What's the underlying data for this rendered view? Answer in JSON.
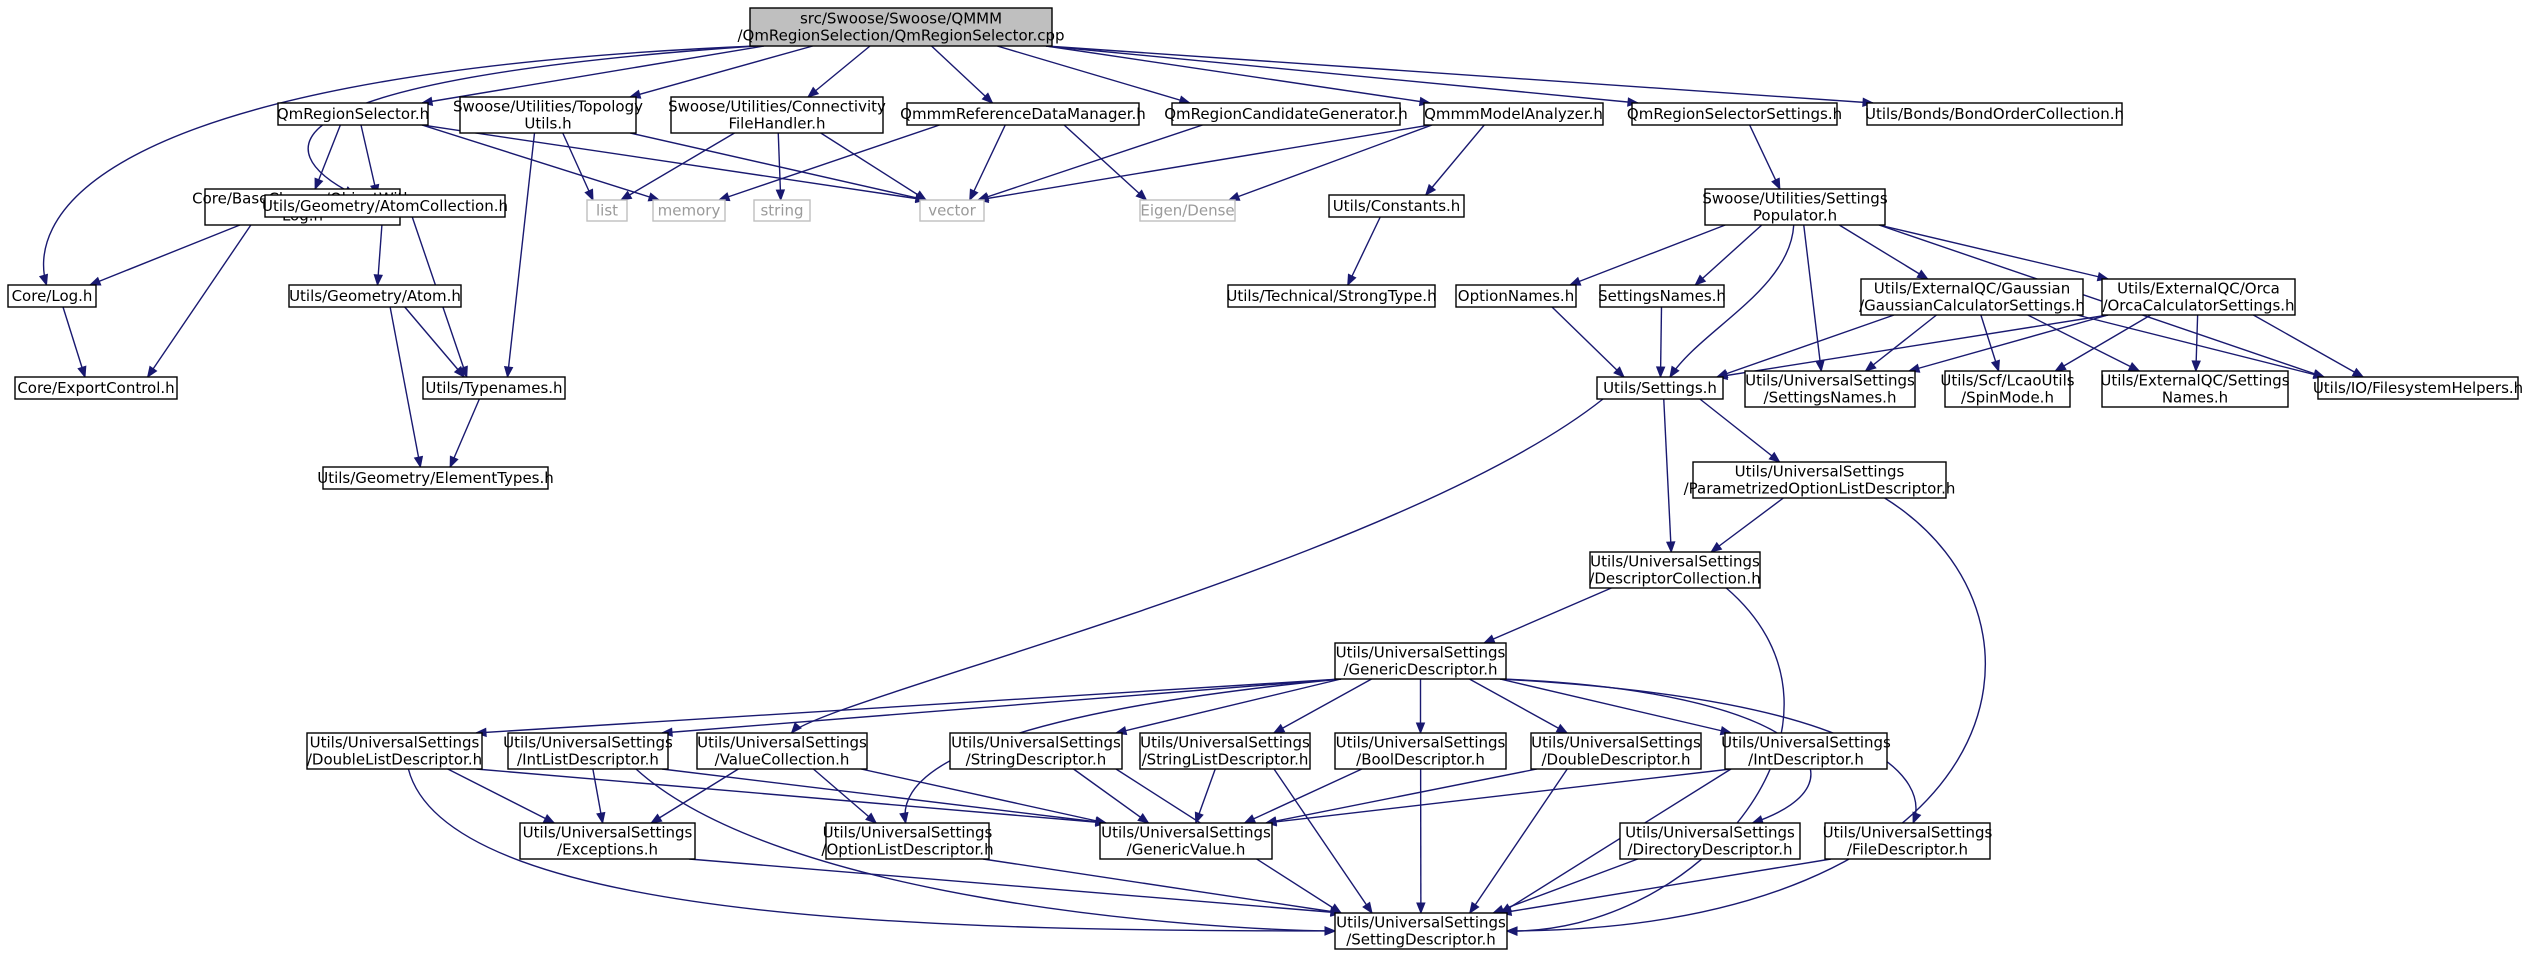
{
  "graph": {
    "title": "include dependency graph for QmRegionSelector.cpp",
    "colors": {
      "edge": "#191970",
      "root_fill": "#bfbfbf",
      "node_border": "#000000",
      "external_border": "#bfbfbf",
      "external_text": "#9a9a9a"
    },
    "nodes": [
      {
        "id": "root",
        "lines": [
          "src/Swoose/Swoose/QMMM",
          "/QmRegionSelection/QmRegionSelector.cpp"
        ],
        "style": "root"
      },
      {
        "id": "qrs",
        "lines": [
          "QmRegionSelector.h"
        ]
      },
      {
        "id": "topo",
        "lines": [
          "Swoose/Utilities/Topology",
          "Utils.h"
        ]
      },
      {
        "id": "conn",
        "lines": [
          "Swoose/Utilities/Connectivity",
          "FileHandler.h"
        ]
      },
      {
        "id": "qref",
        "lines": [
          "QmmmReferenceDataManager.h"
        ]
      },
      {
        "id": "qcand",
        "lines": [
          "QmRegionCandidateGenerator.h"
        ]
      },
      {
        "id": "qmodel",
        "lines": [
          "QmmmModelAnalyzer.h"
        ]
      },
      {
        "id": "qsett",
        "lines": [
          "QmRegionSelectorSettings.h"
        ]
      },
      {
        "id": "bond",
        "lines": [
          "Utils/Bonds/BondOrderCollection.h"
        ]
      },
      {
        "id": "objlog",
        "lines": [
          "Core/BaseClasses/ObjectWith",
          "Log.h"
        ]
      },
      {
        "id": "atomcoll",
        "lines": [
          "Utils/Geometry/AtomCollection.h"
        ]
      },
      {
        "id": "list",
        "lines": [
          "list"
        ],
        "style": "ext"
      },
      {
        "id": "memory",
        "lines": [
          "memory"
        ],
        "style": "ext"
      },
      {
        "id": "string",
        "lines": [
          "string"
        ],
        "style": "ext"
      },
      {
        "id": "vector",
        "lines": [
          "vector"
        ],
        "style": "ext"
      },
      {
        "id": "eigen",
        "lines": [
          "Eigen/Dense"
        ],
        "style": "ext"
      },
      {
        "id": "const",
        "lines": [
          "Utils/Constants.h"
        ]
      },
      {
        "id": "settpop",
        "lines": [
          "Swoose/Utilities/Settings",
          "Populator.h"
        ]
      },
      {
        "id": "log",
        "lines": [
          "Core/Log.h"
        ]
      },
      {
        "id": "atom",
        "lines": [
          "Utils/Geometry/Atom.h"
        ]
      },
      {
        "id": "strong",
        "lines": [
          "Utils/Technical/StrongType.h"
        ]
      },
      {
        "id": "optn",
        "lines": [
          "OptionNames.h"
        ]
      },
      {
        "id": "setn",
        "lines": [
          "SettingsNames.h"
        ]
      },
      {
        "id": "gauss",
        "lines": [
          "Utils/ExternalQC/Gaussian",
          "/GaussianCalculatorSettings.h"
        ]
      },
      {
        "id": "orca",
        "lines": [
          "Utils/ExternalQC/Orca",
          "/OrcaCalculatorSettings.h"
        ]
      },
      {
        "id": "export",
        "lines": [
          "Core/ExportControl.h"
        ]
      },
      {
        "id": "typen",
        "lines": [
          "Utils/Typenames.h"
        ]
      },
      {
        "id": "usett",
        "lines": [
          "Utils/Settings.h"
        ]
      },
      {
        "id": "usnames",
        "lines": [
          "Utils/UniversalSettings",
          "/SettingsNames.h"
        ]
      },
      {
        "id": "spin",
        "lines": [
          "Utils/Scf/LcaoUtils",
          "/SpinMode.h"
        ]
      },
      {
        "id": "eqcnames",
        "lines": [
          "Utils/ExternalQC/Settings",
          "Names.h"
        ]
      },
      {
        "id": "fsh",
        "lines": [
          "Utils/IO/FilesystemHelpers.h"
        ]
      },
      {
        "id": "elem",
        "lines": [
          "Utils/Geometry/ElementTypes.h"
        ]
      },
      {
        "id": "paramopt",
        "lines": [
          "Utils/UniversalSettings",
          "/ParametrizedOptionListDescriptor.h"
        ]
      },
      {
        "id": "desccoll",
        "lines": [
          "Utils/UniversalSettings",
          "/DescriptorCollection.h"
        ]
      },
      {
        "id": "gendesc",
        "lines": [
          "Utils/UniversalSettings",
          "/GenericDescriptor.h"
        ]
      },
      {
        "id": "dbllist",
        "lines": [
          "Utils/UniversalSettings",
          "/DoubleListDescriptor.h"
        ]
      },
      {
        "id": "intlist",
        "lines": [
          "Utils/UniversalSettings",
          "/IntListDescriptor.h"
        ]
      },
      {
        "id": "valcoll",
        "lines": [
          "Utils/UniversalSettings",
          "/ValueCollection.h"
        ]
      },
      {
        "id": "strdesc",
        "lines": [
          "Utils/UniversalSettings",
          "/StringDescriptor.h"
        ]
      },
      {
        "id": "strlist",
        "lines": [
          "Utils/UniversalSettings",
          "/StringListDescriptor.h"
        ]
      },
      {
        "id": "booldesc",
        "lines": [
          "Utils/UniversalSettings",
          "/BoolDescriptor.h"
        ]
      },
      {
        "id": "dbldesc",
        "lines": [
          "Utils/UniversalSettings",
          "/DoubleDescriptor.h"
        ]
      },
      {
        "id": "intdesc",
        "lines": [
          "Utils/UniversalSettings",
          "/IntDescriptor.h"
        ]
      },
      {
        "id": "exc",
        "lines": [
          "Utils/UniversalSettings",
          "/Exceptions.h"
        ]
      },
      {
        "id": "optlist",
        "lines": [
          "Utils/UniversalSettings",
          "/OptionListDescriptor.h"
        ]
      },
      {
        "id": "genval",
        "lines": [
          "Utils/UniversalSettings",
          "/GenericValue.h"
        ]
      },
      {
        "id": "dirdesc",
        "lines": [
          "Utils/UniversalSettings",
          "/DirectoryDescriptor.h"
        ]
      },
      {
        "id": "filedesc",
        "lines": [
          "Utils/UniversalSettings",
          "/FileDescriptor.h"
        ]
      },
      {
        "id": "settdesc",
        "lines": [
          "Utils/UniversalSettings",
          "/SettingDescriptor.h"
        ]
      }
    ],
    "edges": [
      [
        "root",
        "qrs"
      ],
      [
        "root",
        "topo"
      ],
      [
        "root",
        "conn"
      ],
      [
        "root",
        "qref"
      ],
      [
        "root",
        "qcand"
      ],
      [
        "root",
        "qmodel"
      ],
      [
        "root",
        "qsett"
      ],
      [
        "root",
        "bond"
      ],
      [
        "root",
        "atomcoll"
      ],
      [
        "root",
        "log"
      ],
      [
        "qrs",
        "objlog"
      ],
      [
        "qrs",
        "atomcoll"
      ],
      [
        "qrs",
        "memory"
      ],
      [
        "qrs",
        "vector"
      ],
      [
        "objlog",
        "log"
      ],
      [
        "objlog",
        "export"
      ],
      [
        "log",
        "export"
      ],
      [
        "atomcoll",
        "atom"
      ],
      [
        "atomcoll",
        "typen"
      ],
      [
        "atom",
        "typen"
      ],
      [
        "atom",
        "elem"
      ],
      [
        "typen",
        "elem"
      ],
      [
        "topo",
        "list"
      ],
      [
        "topo",
        "vector"
      ],
      [
        "topo",
        "typen"
      ],
      [
        "conn",
        "list"
      ],
      [
        "conn",
        "string"
      ],
      [
        "conn",
        "vector"
      ],
      [
        "qref",
        "memory"
      ],
      [
        "qref",
        "vector"
      ],
      [
        "qref",
        "eigen"
      ],
      [
        "qcand",
        "vector"
      ],
      [
        "qmodel",
        "vector"
      ],
      [
        "qmodel",
        "eigen"
      ],
      [
        "qmodel",
        "const"
      ],
      [
        "const",
        "strong"
      ],
      [
        "qsett",
        "settpop"
      ],
      [
        "settpop",
        "optn"
      ],
      [
        "settpop",
        "setn"
      ],
      [
        "settpop",
        "usett"
      ],
      [
        "settpop",
        "usnames"
      ],
      [
        "settpop",
        "gauss"
      ],
      [
        "settpop",
        "orca"
      ],
      [
        "settpop",
        "fsh"
      ],
      [
        "optn",
        "usett"
      ],
      [
        "setn",
        "usett"
      ],
      [
        "gauss",
        "usett"
      ],
      [
        "gauss",
        "usnames"
      ],
      [
        "gauss",
        "spin"
      ],
      [
        "gauss",
        "eqcnames"
      ],
      [
        "gauss",
        "fsh"
      ],
      [
        "orca",
        "usett"
      ],
      [
        "orca",
        "usnames"
      ],
      [
        "orca",
        "spin"
      ],
      [
        "orca",
        "eqcnames"
      ],
      [
        "orca",
        "fsh"
      ],
      [
        "usett",
        "paramopt"
      ],
      [
        "usett",
        "desccoll"
      ],
      [
        "usett",
        "valcoll"
      ],
      [
        "paramopt",
        "desccoll"
      ],
      [
        "paramopt",
        "settdesc"
      ],
      [
        "desccoll",
        "gendesc"
      ],
      [
        "desccoll",
        "settdesc"
      ],
      [
        "gendesc",
        "dbllist"
      ],
      [
        "gendesc",
        "intlist"
      ],
      [
        "gendesc",
        "optlist"
      ],
      [
        "gendesc",
        "strdesc"
      ],
      [
        "gendesc",
        "strlist"
      ],
      [
        "gendesc",
        "booldesc"
      ],
      [
        "gendesc",
        "dbldesc"
      ],
      [
        "gendesc",
        "intdesc"
      ],
      [
        "gendesc",
        "dirdesc"
      ],
      [
        "gendesc",
        "filedesc"
      ],
      [
        "dbllist",
        "exc"
      ],
      [
        "dbllist",
        "genval"
      ],
      [
        "dbllist",
        "settdesc"
      ],
      [
        "intlist",
        "exc"
      ],
      [
        "intlist",
        "genval"
      ],
      [
        "intlist",
        "settdesc"
      ],
      [
        "valcoll",
        "exc"
      ],
      [
        "valcoll",
        "optlist"
      ],
      [
        "valcoll",
        "genval"
      ],
      [
        "strdesc",
        "genval"
      ],
      [
        "strdesc",
        "settdesc"
      ],
      [
        "strlist",
        "genval"
      ],
      [
        "strlist",
        "settdesc"
      ],
      [
        "booldesc",
        "genval"
      ],
      [
        "booldesc",
        "settdesc"
      ],
      [
        "dbldesc",
        "genval"
      ],
      [
        "dbldesc",
        "settdesc"
      ],
      [
        "intdesc",
        "genval"
      ],
      [
        "intdesc",
        "settdesc"
      ],
      [
        "exc",
        "settdesc"
      ],
      [
        "optlist",
        "settdesc"
      ],
      [
        "dirdesc",
        "settdesc"
      ],
      [
        "filedesc",
        "settdesc"
      ]
    ]
  }
}
